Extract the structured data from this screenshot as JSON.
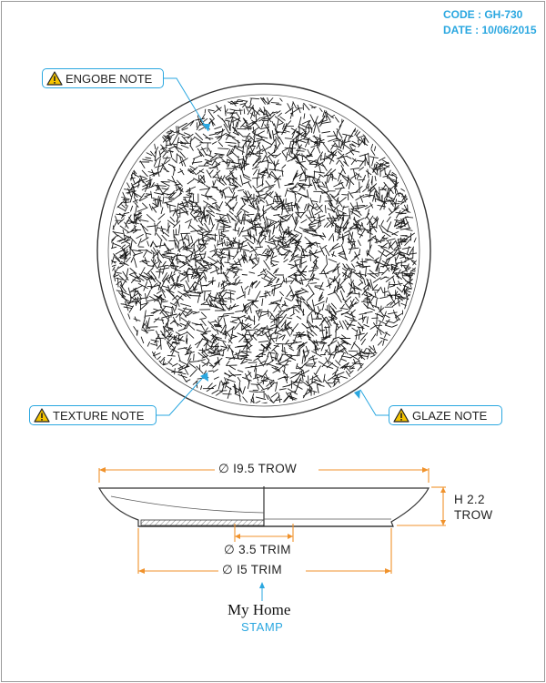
{
  "header": {
    "code": "CODE : GH-730",
    "date": "DATE : 10/06/2015"
  },
  "notes": {
    "engobe": "ENGOBE NOTE",
    "texture": "TEXTURE NOTE",
    "glaze": "GLAZE NOTE"
  },
  "dimensions": {
    "top_diameter": "∅ I9.5 TROW",
    "height_line1": "H 2.2",
    "height_line2": "TROW",
    "inner_trim": "∅ 3.5 TRIM",
    "foot_trim": "∅ I5 TRIM"
  },
  "stamp": {
    "brand": "My Home",
    "label": "STAMP"
  },
  "colors": {
    "accent": "#2aa7e0",
    "dimension": "#f0922b",
    "warning": "#f5c400"
  },
  "icons": {
    "warning": "warning-triangle-icon"
  }
}
